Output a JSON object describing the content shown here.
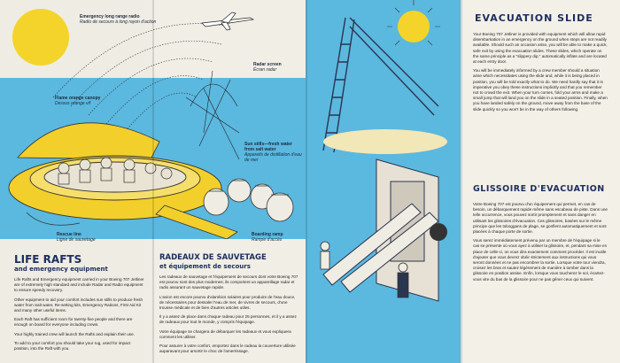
{
  "labels": {
    "radio": {
      "en": "Emergency long range radio",
      "fr": "Radio de secours à long rayon d'action"
    },
    "radar": {
      "en": "Radar screen",
      "fr": "Écran radar"
    },
    "canopy": {
      "en": "Flame orange canopy",
      "fr": "Dessus orange vif"
    },
    "still": {
      "en": "Sun stills—fresh water from salt water",
      "fr": "Appareils de distillation d'eau de mer"
    },
    "rescue": {
      "en": "Rescue line",
      "fr": "Ligne de sauvetage"
    },
    "ramp": {
      "en": "Boarding ramp",
      "fr": "Rampe d'accès"
    }
  },
  "liferafts": {
    "title": "LIFE RAFTS",
    "subtitle": "and emergency equipment",
    "paragraphs": [
      "Life Rafts and Emergency equipment carried in your Boeing 707 Jetliner are of extremely high standard and include Radar and Radio equipment to ensure speedy recovery.",
      "Other equipment to aid your comfort includes sun stills to produce fresh water from Salt water, Re-setting kits, Emergency Rations, First Aid Kit and many other useful items.",
      "Each Raft has sufficient room for twenty-five people and there are enough on board for everyone including crews.",
      "Your highly trained crew will launch the Rafts and explain their use.",
      "To add to your comfort you should take your rug, used for impact position, into the Raft with you."
    ]
  },
  "radeaux": {
    "title": "RADEAUX DE SAUVETAGE",
    "subtitle": "et équipement de secours",
    "paragraphs": [
      "Les radeaux de sauvetage et l'équipement de secours dont votre Boeing 707 est pourvu sont des plus modernes; ils comportent un appareillage radar et radio assurant un sauvetage rapide.",
      "L'avion est encore pourvu d'alambics solaires pour produire de l'eau douce, de nécessaires pour dessaler l'eau de mer, de vivres de secours, d'une trousse médicale et de bien d'autres articles utiles.",
      "Il y a assez de place dans chaque radeau pour 25 personnes, et il y a assez de radeaux pour tout le monde, y compris l'équipage.",
      "Votre équipage se chargera de débarquer les radeaux et vous expliquera comment les utiliser.",
      "Pour assurer à votre confort, emportez dans le radeau la couverture utilisée auparavant pour amortir le choc de l'amerrissage."
    ]
  },
  "evacuation": {
    "title": "EVACUATION SLIDE",
    "paragraphs": [
      "Your Boeing 707 Jetliner is provided with equipment which will allow rapid disembarkation in an emergency on the ground when steps are not readily available. Should such an occasion arise, you will be able to make a quick, safe exit by using the evacuation slides. These slides, which operate on the same principle as a \"slippery dip,\" automatically inflate and are located at each entry door.",
      "You will be immediately informed by a crew member should a situation arise which necessitates using the slide and, while it is being placed in position, you will be told exactly what to do. We need hardly say that it is imperative you obey these instructions implicitly and that you remember not to crowd the exit. When your turn comes, fold your arms and make a small jump that will land you on the slide in a seated position. Finally, when you have landed safely on the ground, move away from the base of the slide quickly so you won't be in the way of others following."
    ]
  },
  "glissoire": {
    "title": "GLISSOIRE D'EVACUATION",
    "paragraphs": [
      "Votre Boeing 707 est pourvu d'un équipement qui permet, en cas de besoin, un débarquement rapide même sans escabeau de piste. Dans une telle occurrence, vous pouvez sortir promptement et sans danger en utilisant les glissoires d'évacuation. Ces glissoires, basées sur le même principe que les toboggans de plage, se gonflent automatiquement et sont placées à chaque porte de sortie.",
      "Vous serez immédiatement prévenu par un membre de l'équipage si le cas se présente où vous ayez à utiliser la glissoire, et, pendant sa mise en place de celle-ci, on vous dira exactement comment procéder. Il est inutile d'ajouter que vous devrez obéir strictement aux instructions qui vous seront données et ne pas encombrer la sortie. Lorsque votre tour viendra, croisez les bras et sautez légèrement de manière à tomber dans la glissoire en position assise. Enfin, lorsque vous toucherez le sol, écartez-vous vite du bas de la glissoire pour ne pas gêner ceux qui suivent."
    ]
  },
  "colors": {
    "sea": "#5bb8df",
    "sun": "#f4d42a",
    "raft": "#f2cf2b",
    "heading": "#1d2f60"
  }
}
